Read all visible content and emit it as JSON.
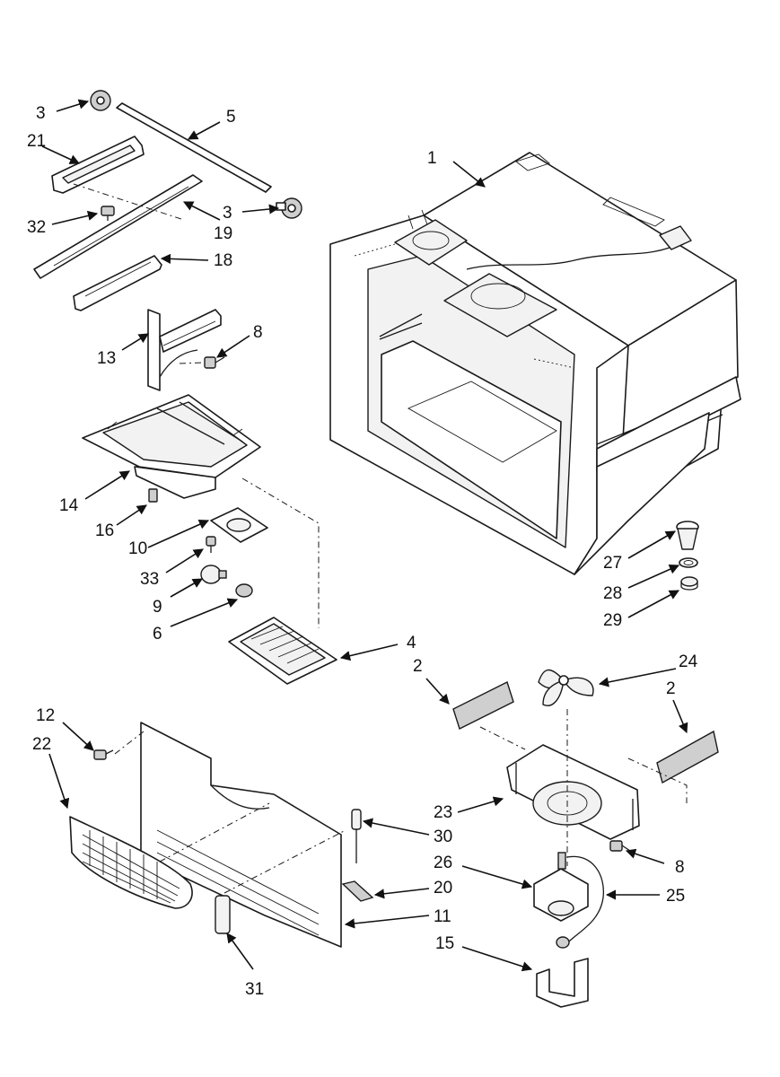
{
  "callouts": {
    "c1": "1",
    "c2a": "2",
    "c2b": "2",
    "c3a": "3",
    "c3b": "3",
    "c4": "4",
    "c5": "5",
    "c6": "6",
    "c8a": "8",
    "c8b": "8",
    "c9": "9",
    "c10": "10",
    "c11": "11",
    "c12": "12",
    "c13": "13",
    "c14": "14",
    "c15": "15",
    "c16": "16",
    "c18": "18",
    "c19": "19",
    "c20": "20",
    "c21": "21",
    "c22": "22",
    "c23": "23",
    "c24": "24",
    "c25": "25",
    "c26": "26",
    "c27": "27",
    "c28": "28",
    "c29": "29",
    "c30": "30",
    "c31": "31",
    "c32": "32",
    "c33": "33"
  },
  "colors": {
    "line": "#1a1a1a",
    "background": "#ffffff"
  }
}
